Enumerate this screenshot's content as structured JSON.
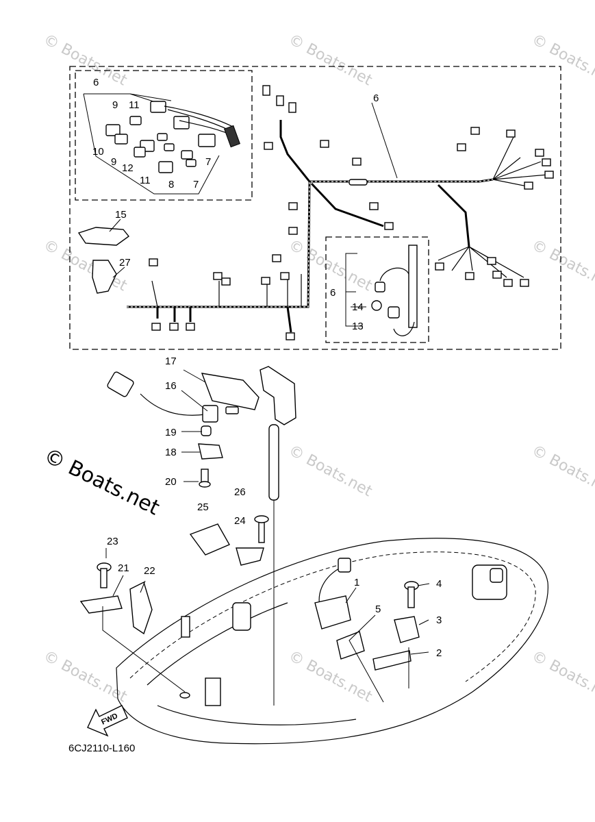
{
  "watermark": "© Boats.net",
  "boats_logo": "© Boats.net",
  "diagram_code": "6CJ2110-L160",
  "fwd_label": "FWD",
  "callouts": {
    "c1": "1",
    "c2": "2",
    "c3": "3",
    "c4": "4",
    "c5": "5",
    "c6a": "6",
    "c6b": "6",
    "c6c": "6",
    "c7a": "7",
    "c7b": "7",
    "c8": "8",
    "c9a": "9",
    "c9b": "9",
    "c10": "10",
    "c11a": "11",
    "c11b": "11",
    "c12": "12",
    "c13": "13",
    "c14": "14",
    "c15": "15",
    "c16": "16",
    "c17": "17",
    "c18": "18",
    "c19": "19",
    "c20": "20",
    "c21": "21",
    "c22": "22",
    "c23": "23",
    "c24": "24",
    "c25": "25",
    "c26": "26",
    "c27": "27"
  }
}
